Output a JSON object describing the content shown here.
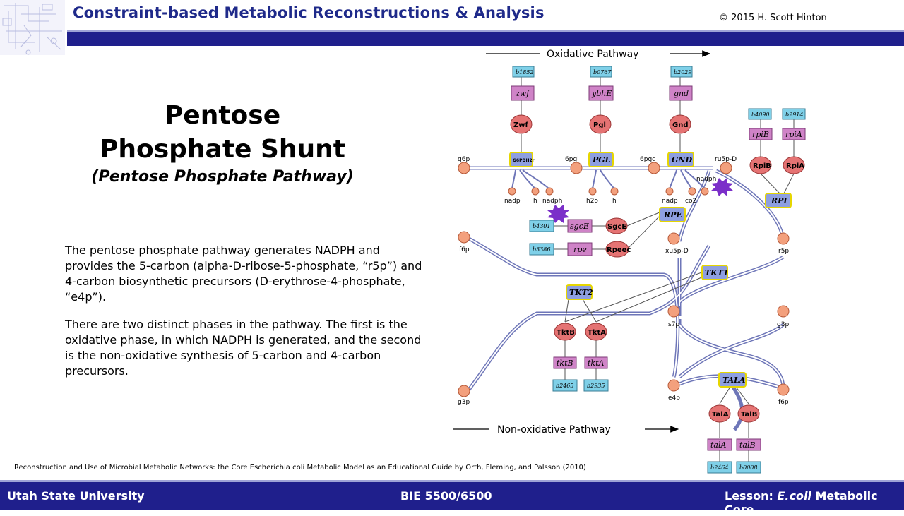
{
  "header": {
    "title": "Constraint-based Metabolic Reconstructions & Analysis",
    "copyright": "© 2015 H. Scott Hinton"
  },
  "slide": {
    "title_line1": "Pentose",
    "title_line2": "Phosphate Shunt",
    "subtitle": "(Pentose Phosphate Pathway)",
    "paragraph1": "The pentose phosphate pathway generates NADPH and provides the 5-carbon (alpha-D-ribose-5-phosphate, “r5p”) and 4-carbon biosynthetic precursors (D-erythrose-4-phosphate, “e4p”).",
    "paragraph2": "There are two distinct phases in the pathway. The first is the oxidative phase, in which NADPH is generated, and the second is the non-oxidative synthesis of 5-carbon and 4-carbon precursors.",
    "citation": "Reconstruction and Use of Microbial Metabolic Networks: the Core Escherichia coli Metabolic Model as an Educational Guide by Orth, Fleming, and Palsson (2010)"
  },
  "diagram": {
    "oxidative_label": "Oxidative Pathway",
    "nonoxidative_label": "Non-oxidative Pathway",
    "metabolites": {
      "g6p": "g6p",
      "6pgl": "6pgl",
      "6pgc": "6pgc",
      "ru5p": "ru5p-D",
      "f6p_left": "f6p",
      "xu5p": "xu5p-D",
      "r5p": "r5p",
      "s7p": "s7p",
      "g3p_right": "g3p",
      "g3p_left": "g3p",
      "e4p": "e4p",
      "f6p_right": "f6p"
    },
    "cofactors": {
      "nadp1": "nadp",
      "h1": "h",
      "nadph1": "nadph",
      "h2o": "h2o",
      "h2": "h",
      "nadp2": "nadp",
      "co2": "co2",
      "nadph2": "nadph"
    },
    "gene_ids": {
      "b1852": "b1852",
      "b0767": "b0767",
      "b2029": "b2029",
      "b4090": "b4090",
      "b2914": "b2914",
      "b4301": "b4301",
      "b3386": "b3386",
      "b2465": "b2465",
      "b2935": "b2935",
      "b2464": "b2464",
      "b0008": "b0008"
    },
    "genes": {
      "zwf": "zwf",
      "ybhE": "ybhE",
      "gnd": "gnd",
      "rpiB": "rpiB",
      "rpiA": "rpiA",
      "sgcE": "sgcE",
      "rpe": "rpe",
      "tktB": "tktB",
      "tktA": "tktA",
      "talA": "talA",
      "talB": "talB"
    },
    "proteins": {
      "Zwf": "Zwf",
      "Pgl": "Pgl",
      "Gnd": "Gnd",
      "RpiB": "RpiB",
      "RpiA": "RpiA",
      "SgcE": "SgcE",
      "Rpeec": "Rpeec",
      "TktB": "TktB",
      "TktA": "TktA",
      "TalA": "TalA",
      "TalB": "TalB"
    },
    "reactions": {
      "G6PDH2r": "G6PDH2r",
      "PGL": "PGL",
      "GND": "GND",
      "RPI": "RPI",
      "RPE": "RPE",
      "TKT1": "TKT1",
      "TKT2": "TKT2",
      "TALA": "TALA"
    },
    "colors": {
      "gene_id_fill": "#7fd0e8",
      "gene_fill": "#cf83c7",
      "protein_fill": "#e57373",
      "reaction_fill": "#8e9fe0",
      "reaction_border": "#e6d600",
      "flux_line": "#6e76b8",
      "burst": "#7b2fc9"
    }
  },
  "footer": {
    "left": "Utah State University",
    "center": "BIE 5500/6500",
    "right_prefix": "Lesson: ",
    "right_italic": "E.coli",
    "right_suffix": " Metabolic Core"
  }
}
